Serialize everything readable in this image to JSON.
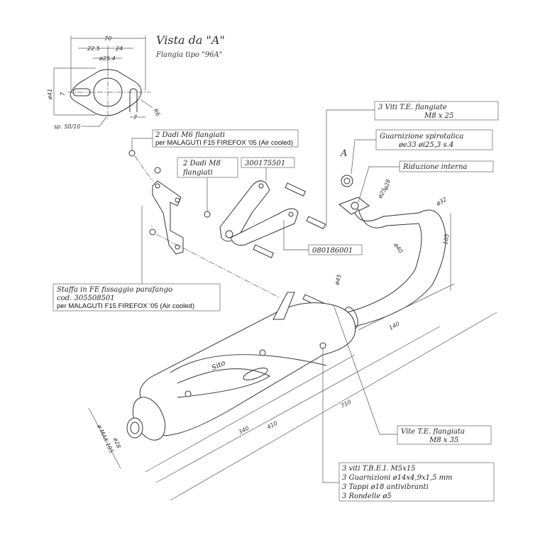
{
  "view": {
    "title": "Vista da \"A\"",
    "subtitle": "Flangia tipo \"96A\"",
    "dims": {
      "width": "70",
      "left": "22.5",
      "right": "24",
      "bore": "ø25.4",
      "height": "ø41",
      "slot": "7",
      "slot2": "7",
      "radius": "R6",
      "thickness": "sp. 50/10"
    }
  },
  "labels": {
    "nuts_m6": {
      "line1": "2 Dadi M6 flangiati",
      "line2": "per MALAGUTI F15 FIREFOX '05 (Air cooled)"
    },
    "nuts_m8": {
      "line1": "2 Dadi M8",
      "line2": "flangiati"
    },
    "bracket_code": "300175501",
    "bracket2_code": "080186001",
    "staffa": {
      "line1": "Staffa in FE fissaggio parafango",
      "line2": "cod. 305508501",
      "line3": "per MALAGUTI F15 FIREFOX '05 (Air cooled)"
    },
    "screws_m8x25": {
      "line1": "3 Viti T.E. flangiate",
      "line2": "M8 x 25"
    },
    "gasket": {
      "line1": "Guarnizione spirotalica",
      "line2": "øe33 øi25,3 s.4"
    },
    "reduction": "Riduzione interna",
    "screw_m8x35": {
      "line1": "Vite T.E. flangiata",
      "line2": "M8 x 35"
    },
    "kit": [
      "3 viti T.B.E.I. M5x15",
      "3 Guarnizioni ø14x4,9x1,5 mm",
      "3 Tappi ø18 antivibranti",
      "3 Rondelle ø5"
    ],
    "view_marker": "A"
  },
  "dimensions": {
    "d28_top": "ø28",
    "d25": "ø25",
    "d32": "ø32",
    "d40": "ø40",
    "l185": "185",
    "d45": "ø45",
    "l140": "140",
    "l710": "710",
    "l410": "410",
    "l340": "340",
    "d28_out": "ø28",
    "dmax": "ø MAX 105"
  },
  "brand": "Sito"
}
